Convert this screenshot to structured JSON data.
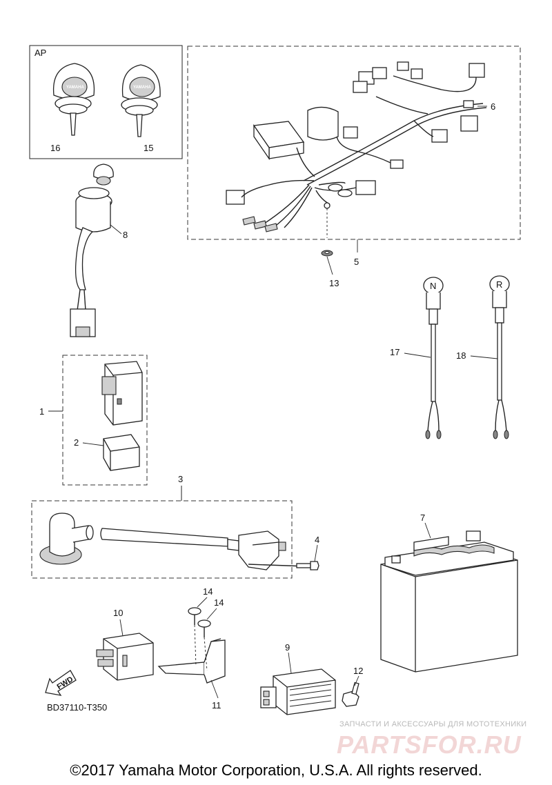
{
  "diagram": {
    "group_label_ap": "AP",
    "callouts": {
      "c1": "1",
      "c2": "2",
      "c3": "3",
      "c4": "4",
      "c5": "5",
      "c6": "6",
      "c7": "7",
      "c8": "8",
      "c9": "9",
      "c10": "10",
      "c11": "11",
      "c12": "12",
      "c13": "13",
      "c14a": "14",
      "c14b": "14",
      "c15": "15",
      "c16": "16",
      "c17": "17",
      "c18": "18"
    },
    "switch_labels": {
      "neutral": "N",
      "reverse": "R"
    },
    "key_brand": "YAMAHA",
    "fwd_label": "FWD",
    "diagram_code": "BD37110-T350"
  },
  "watermark": {
    "tagline": "ЗАПЧАСТИ И АКСЕССУАРЫ ДЛЯ МОТОТЕХНИКИ",
    "brand": "PARTSFOR.RU"
  },
  "footer": {
    "copyright": "©2017 Yamaha Motor Corporation, U.S.A. All rights reserved."
  }
}
